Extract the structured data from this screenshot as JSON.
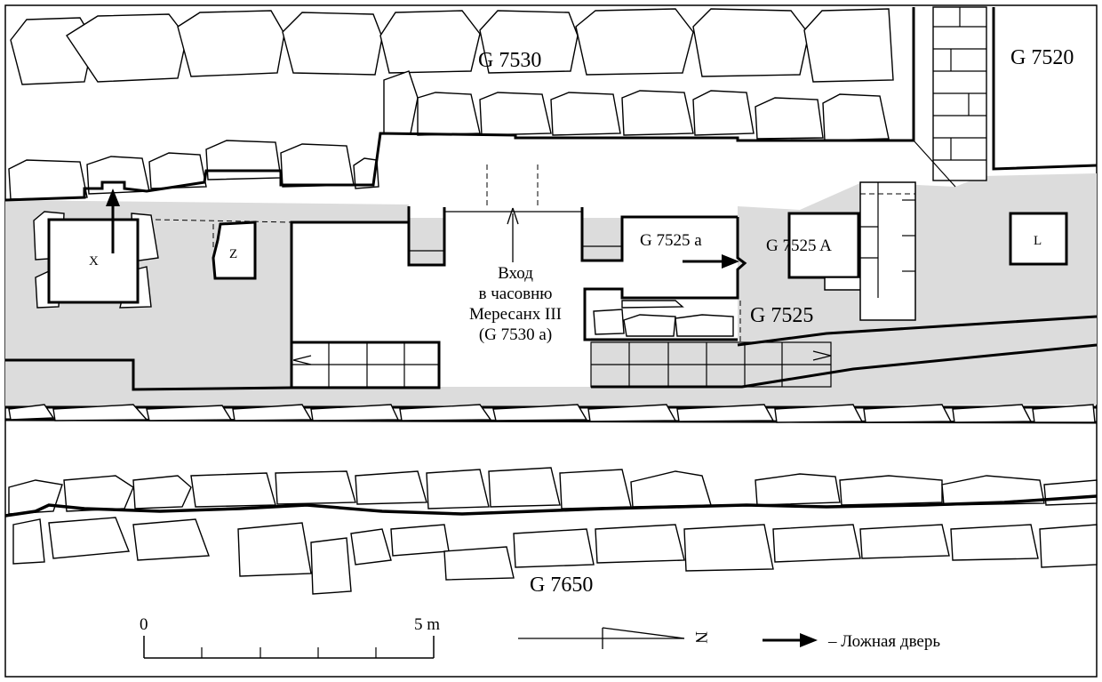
{
  "labels": {
    "g7530": "G 7530",
    "g7520": "G 7520",
    "g7650": "G 7650",
    "g7525a_lower": "G 7525 a",
    "g7525A_upper": "G 7525 A",
    "g7525": "G 7525",
    "x": "X",
    "z": "Z",
    "l": "L",
    "entrance_line1": "Вход",
    "entrance_line2": "в часовню",
    "entrance_line3": "Мересанх III",
    "entrance_line4": "(G 7530 a)"
  },
  "scale": {
    "start": "0",
    "end": "5 m"
  },
  "north": {
    "letter": "N"
  },
  "legend": {
    "false_door": "– Ложная дверь"
  },
  "colors": {
    "floor": "#dcdcdc",
    "line": "#000000"
  }
}
